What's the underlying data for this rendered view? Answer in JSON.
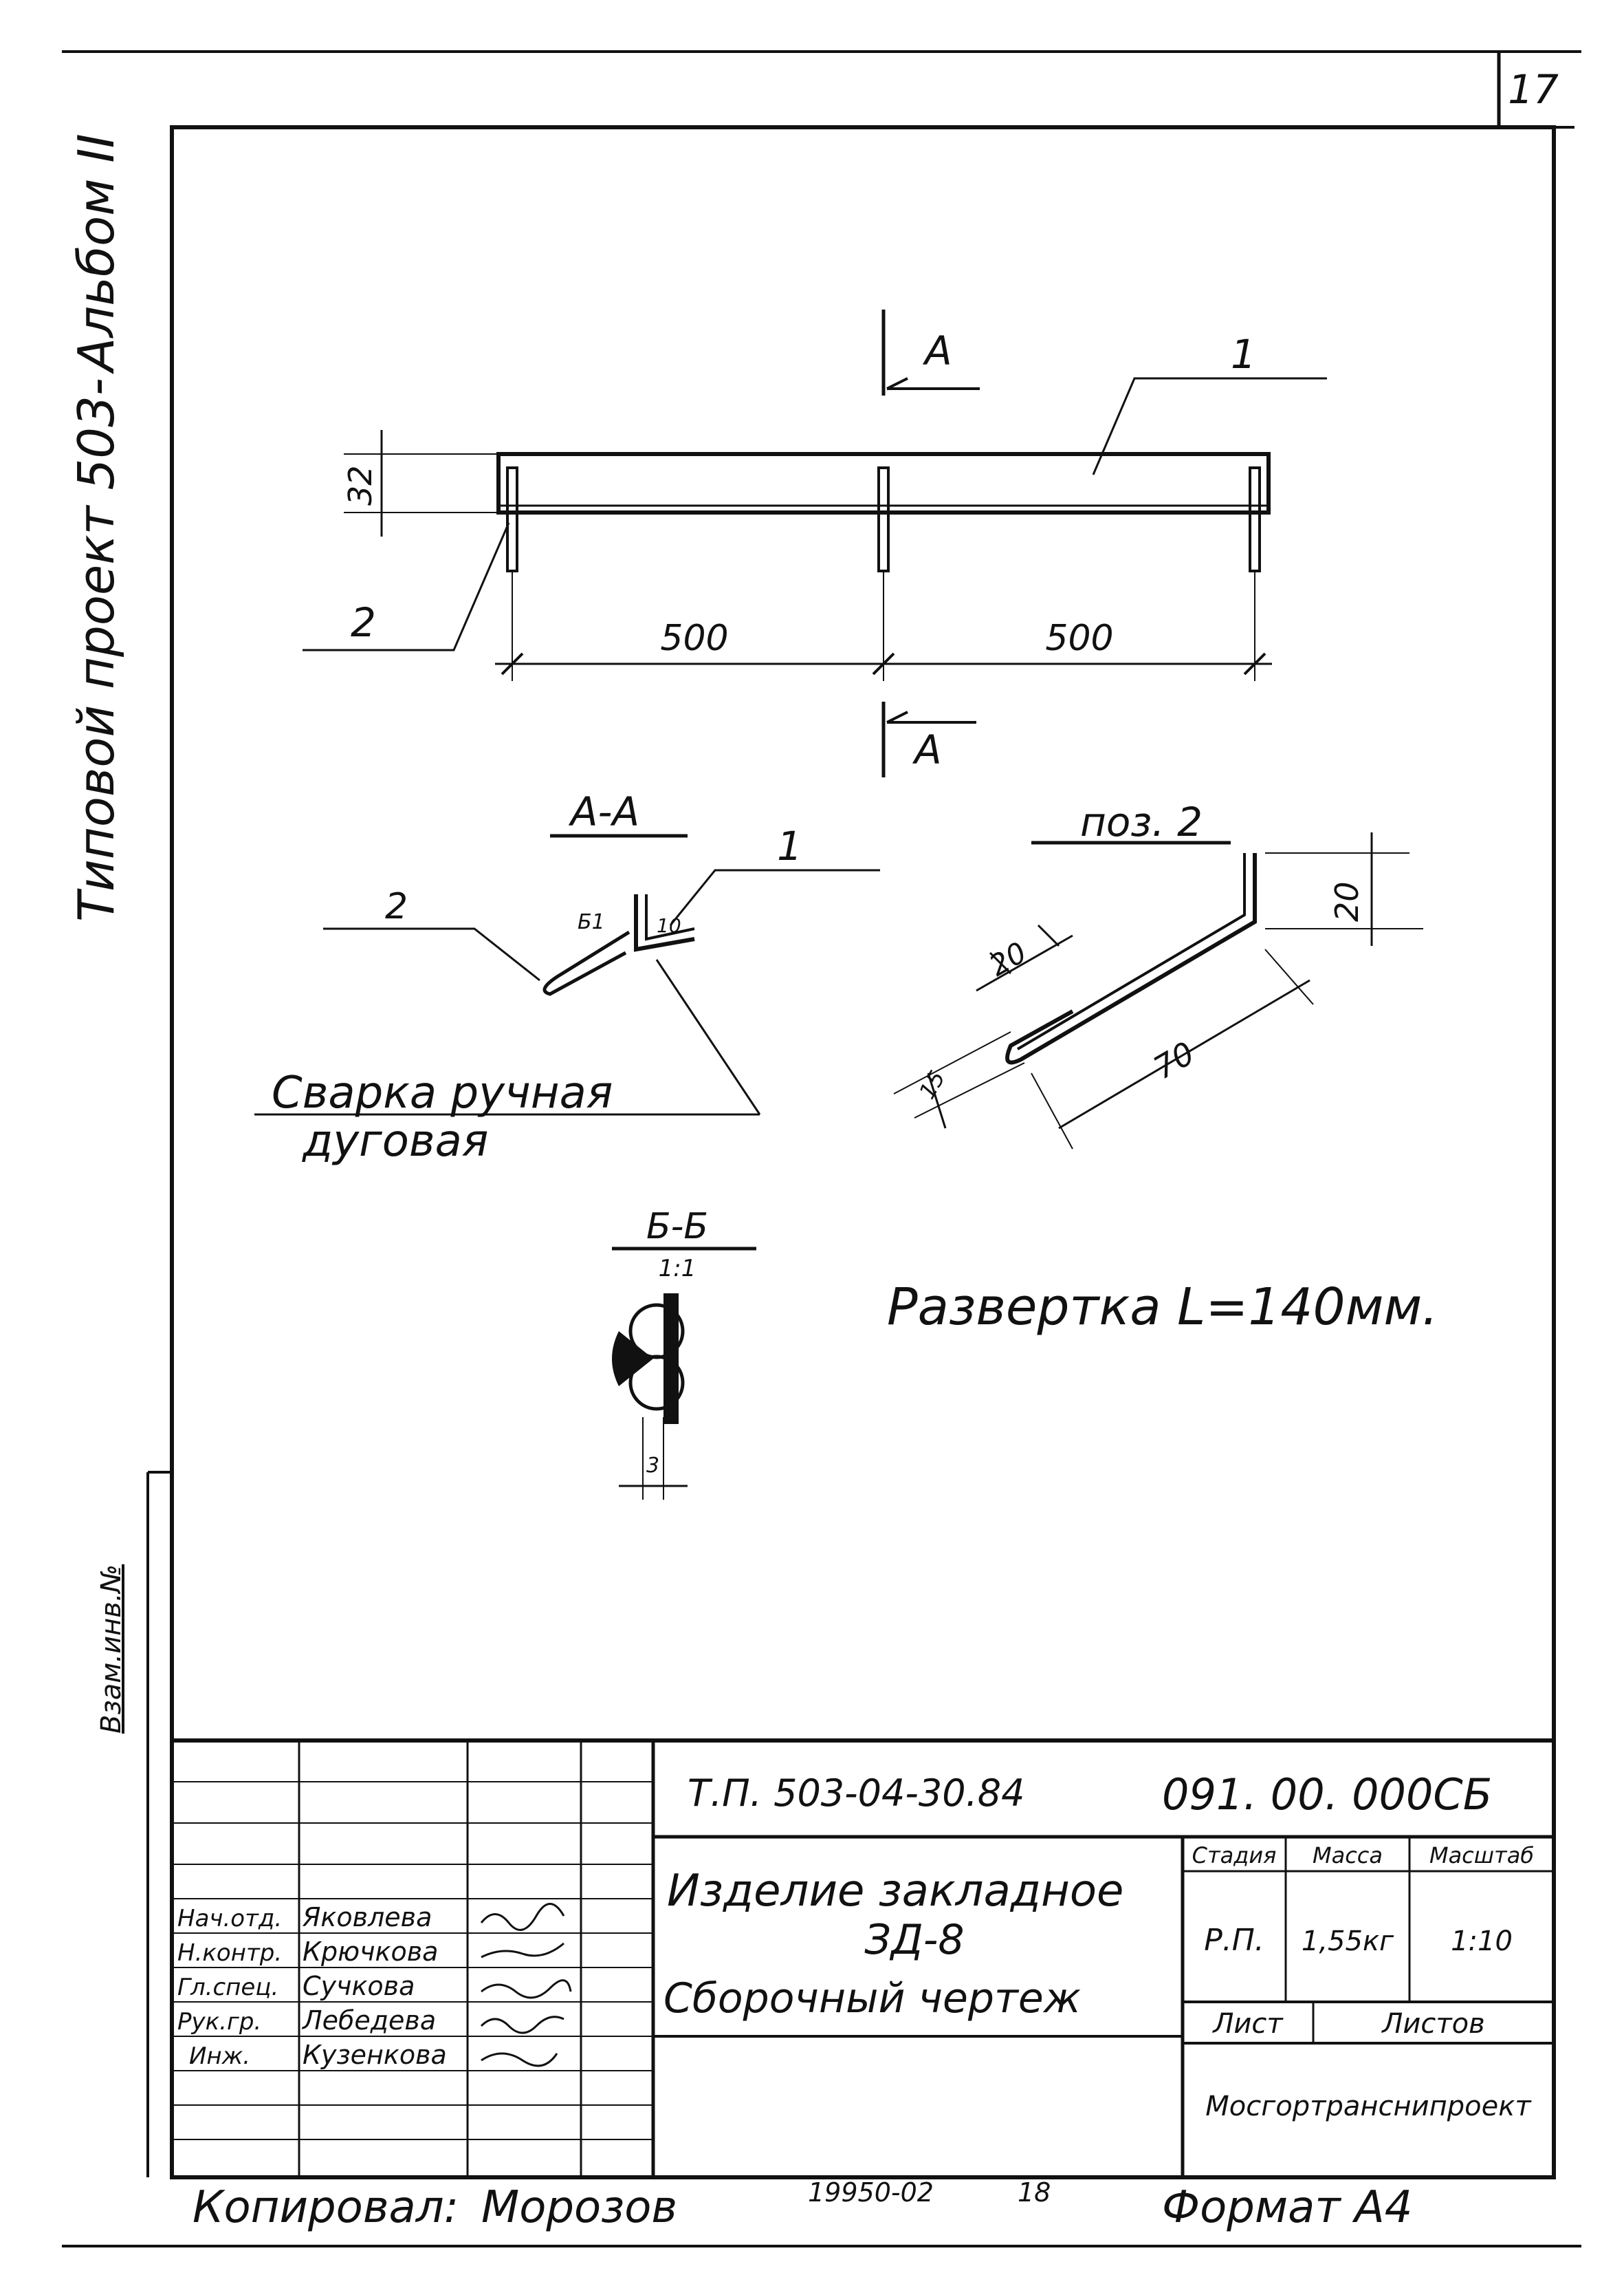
{
  "page_number": "17",
  "side_stamp": {
    "line1": "Альбом II",
    "line2": "Типовой проект 503-",
    "vzam": "Взам.инв.№"
  },
  "main_view": {
    "section_top": "А",
    "section_bottom": "А",
    "pos_1": "1",
    "pos_2": "2",
    "dim_height": "32",
    "dim_left": "500",
    "dim_right": "500"
  },
  "section_aa": {
    "title": "А-А",
    "pos_2": "2",
    "pos_1": "1",
    "weld_mark_1": "Б1",
    "weld_mark_2": "10"
  },
  "weld_note": {
    "line1": "Сварка ручная",
    "line2": "дуговая"
  },
  "section_bb": {
    "title": "Б-Б",
    "scale": "1:1",
    "dim": "3"
  },
  "pos2_detail": {
    "title": "поз. 2",
    "dim_top": "20",
    "dim_hook": "20",
    "dim_long": "70",
    "dim_side": "15"
  },
  "development_note": "Развертка L=140мм.",
  "title_block": {
    "project_code": "Т.П. 503-04-30.84",
    "document_code": "091. 00. 000СБ",
    "name_line1": "Изделие закладное",
    "name_line2": "ЗД-8",
    "name_line3": "Сборочный чертеж",
    "stage_header": "Стадия",
    "mass_header": "Масса",
    "scale_header": "Масштаб",
    "stage_value": "Р.П.",
    "mass_value": "1,55кг",
    "scale_value": "1:10",
    "sheet_label": "Лист",
    "sheets_label": "Листов",
    "organization": "Мосгортранснипроект",
    "signatures": [
      {
        "role": "Нач.отд.",
        "name": "Яковлева"
      },
      {
        "role": "Н.контр.",
        "name": "Крючкова"
      },
      {
        "role": "Гл.спец.",
        "name": "Сучкова"
      },
      {
        "role": "Рук.гр.",
        "name": "Лебедева"
      },
      {
        "role": "Инж.",
        "name": "Кузенкова"
      }
    ]
  },
  "footer": {
    "copied_label": "Копировал:",
    "copied_name": "Морозов",
    "order_number": "19950-02",
    "sheet_seq": "18",
    "format": "Формат А4"
  }
}
